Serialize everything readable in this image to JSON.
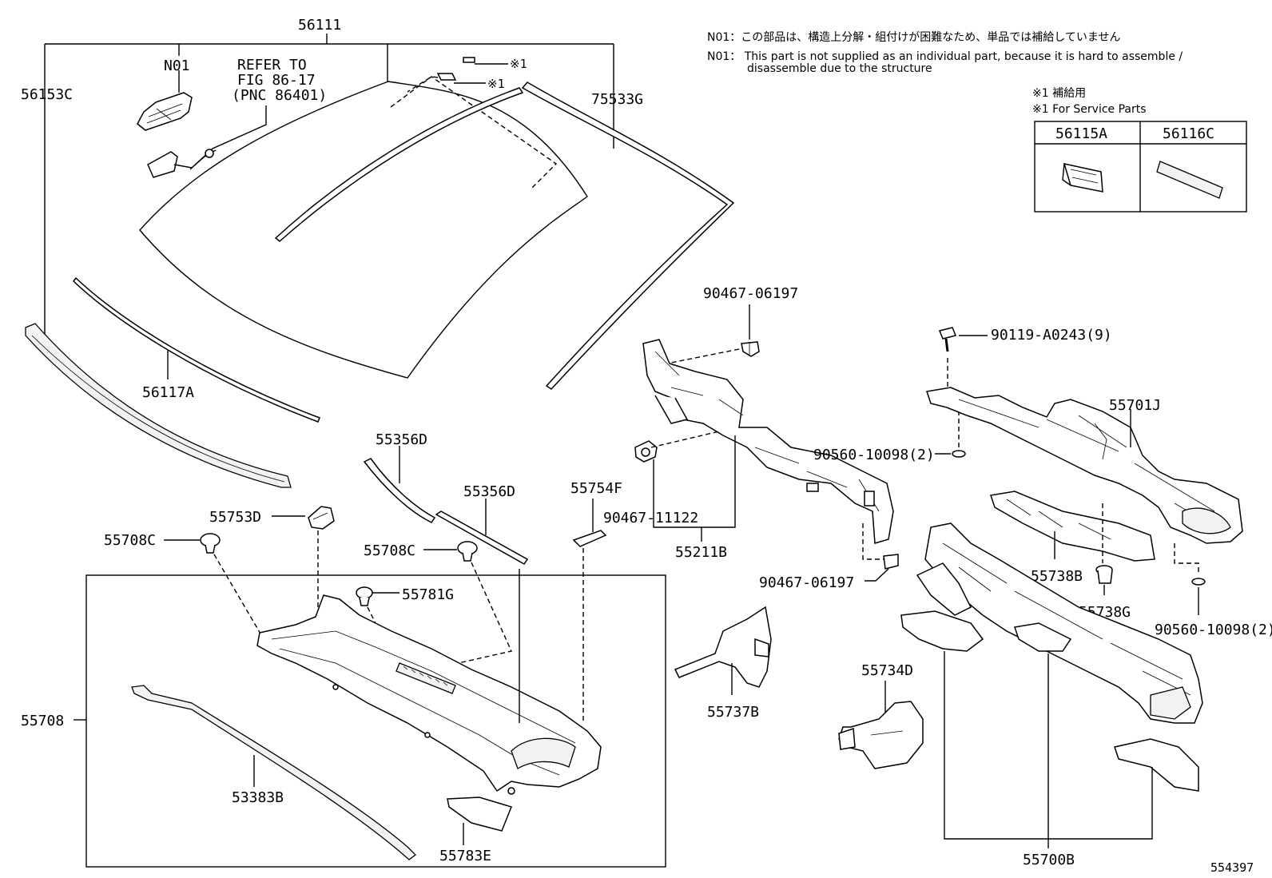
{
  "notes": {
    "n01_jp": "N01：この部品は、構造上分解・組付けが困難なため、単品では補給していません",
    "n01_en_1": "N01： This part is not supplied as an individual part, because it is hard to assemble /",
    "n01_en_2": "disassemble due to the structure",
    "service_jp": "※1 補給用",
    "service_en": "※1 For Service Parts"
  },
  "service_table": {
    "col1": "56115A",
    "col2": "56116C"
  },
  "refer": {
    "line1": "REFER TO",
    "line2": "FIG 86-17",
    "line3": "(PNC 86401)"
  },
  "labels": {
    "p56111": "56111",
    "n01": "N01",
    "p56153c": "56153C",
    "p75533g": "75533G",
    "star1a": "※1",
    "star1b": "※1",
    "p56117a": "56117A",
    "p90467_06197_top": "90467-06197",
    "p90119": "90119-A0243(9)",
    "p55701j": "55701J",
    "p90560_mid": "90560-10098(2)",
    "p55356d_1": "55356D",
    "p55356d_2": "55356D",
    "p55754f": "55754F",
    "p55753d": "55753D",
    "p90467_11122": "90467-11122",
    "p55708c_1": "55708C",
    "p55708c_2": "55708C",
    "p55211b": "55211B",
    "p90467_06197_bot": "90467-06197",
    "p55738b": "55738B",
    "p55781g": "55781G",
    "p55738g": "55738G",
    "p90560_right": "90560-10098(2)",
    "p55734d": "55734D",
    "p55737b": "55737B",
    "p55708": "55708",
    "p53383b": "53383B",
    "p55783e": "55783E",
    "p55700b": "55700B",
    "fig_id": "554397"
  }
}
